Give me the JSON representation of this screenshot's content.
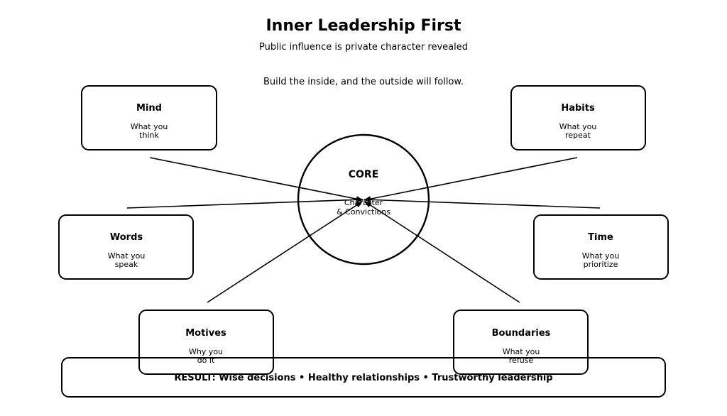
{
  "header": {
    "title": "Inner Leadership First",
    "subtitle": "Public influence is private character revealed",
    "tagline": "Build the inside, and the outside will follow."
  },
  "core": {
    "title": "CORE",
    "desc_line1": "Character",
    "desc_line2": "& Convictions"
  },
  "nodes": [
    {
      "title": "Mind",
      "desc_line1": "What you",
      "desc_line2": "think"
    },
    {
      "title": "Habits",
      "desc_line1": "What you",
      "desc_line2": "repeat"
    },
    {
      "title": "Words",
      "desc_line1": "What you",
      "desc_line2": "speak"
    },
    {
      "title": "Time",
      "desc_line1": "What you",
      "desc_line2": "prioritize"
    },
    {
      "title": "Motives",
      "desc_line1": "Why you",
      "desc_line2": "do it"
    },
    {
      "title": "Boundaries",
      "desc_line1": "What you",
      "desc_line2": "refuse"
    }
  ],
  "result": {
    "text": "RESULT: Wise decisions • Healthy relationships • Trustworthy leadership"
  },
  "colors": {
    "stroke": "#000000",
    "background": "#ffffff"
  }
}
